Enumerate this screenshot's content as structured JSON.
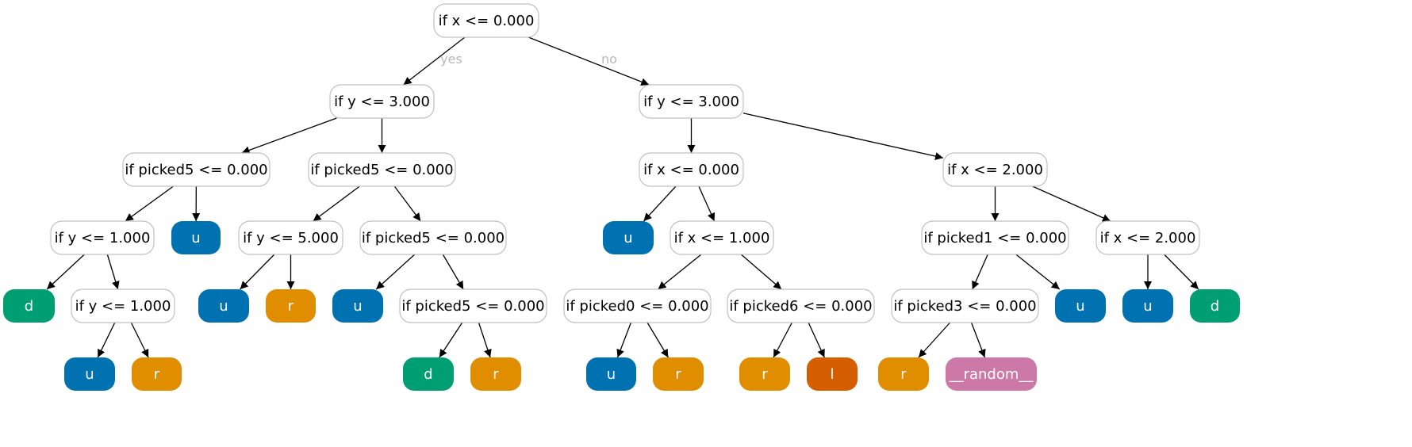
{
  "colors": {
    "u": "#0072b2",
    "d": "#009e73",
    "r": "#e08e00",
    "l": "#d55e00",
    "__random__": "#cc79a7",
    "border": "#c0c0c0",
    "edge": "#000000",
    "edge_label": "#b8b8b8"
  },
  "edge_labels": {
    "yes": "yes",
    "no": "no"
  },
  "nodes": [
    {
      "id": "n0",
      "kind": "split",
      "label": "if x <= 0.000"
    },
    {
      "id": "n1",
      "kind": "split",
      "label": "if y <= 3.000"
    },
    {
      "id": "n2",
      "kind": "split",
      "label": "if y <= 3.000"
    },
    {
      "id": "n3",
      "kind": "split",
      "label": "if picked5 <= 0.000"
    },
    {
      "id": "n4",
      "kind": "split",
      "label": "if picked5 <= 0.000"
    },
    {
      "id": "n5",
      "kind": "split",
      "label": "if x <= 0.000"
    },
    {
      "id": "n6",
      "kind": "split",
      "label": "if x <= 2.000"
    },
    {
      "id": "n7",
      "kind": "split",
      "label": "if y <= 1.000"
    },
    {
      "id": "n8",
      "kind": "leaf",
      "label": "u"
    },
    {
      "id": "n9",
      "kind": "split",
      "label": "if y <= 5.000"
    },
    {
      "id": "n10",
      "kind": "split",
      "label": "if picked5 <= 0.000"
    },
    {
      "id": "n11",
      "kind": "leaf",
      "label": "u"
    },
    {
      "id": "n12",
      "kind": "split",
      "label": "if x <= 1.000"
    },
    {
      "id": "n13",
      "kind": "split",
      "label": "if picked1 <= 0.000"
    },
    {
      "id": "n14",
      "kind": "split",
      "label": "if x <= 2.000"
    },
    {
      "id": "n15",
      "kind": "leaf",
      "label": "d"
    },
    {
      "id": "n16",
      "kind": "split",
      "label": "if y <= 1.000"
    },
    {
      "id": "n17",
      "kind": "leaf",
      "label": "u"
    },
    {
      "id": "n18",
      "kind": "leaf",
      "label": "r"
    },
    {
      "id": "n19",
      "kind": "leaf",
      "label": "u"
    },
    {
      "id": "n20",
      "kind": "split",
      "label": "if picked5 <= 0.000"
    },
    {
      "id": "n21",
      "kind": "split",
      "label": "if picked0 <= 0.000"
    },
    {
      "id": "n22",
      "kind": "split",
      "label": "if picked6 <= 0.000"
    },
    {
      "id": "n23",
      "kind": "split",
      "label": "if picked3 <= 0.000"
    },
    {
      "id": "n24",
      "kind": "leaf",
      "label": "u"
    },
    {
      "id": "n25",
      "kind": "leaf",
      "label": "u"
    },
    {
      "id": "n26",
      "kind": "leaf",
      "label": "d"
    },
    {
      "id": "n27",
      "kind": "leaf",
      "label": "u"
    },
    {
      "id": "n28",
      "kind": "leaf",
      "label": "r"
    },
    {
      "id": "n29",
      "kind": "leaf",
      "label": "d"
    },
    {
      "id": "n30",
      "kind": "leaf",
      "label": "r"
    },
    {
      "id": "n31",
      "kind": "leaf",
      "label": "u"
    },
    {
      "id": "n32",
      "kind": "leaf",
      "label": "r"
    },
    {
      "id": "n33",
      "kind": "leaf",
      "label": "r"
    },
    {
      "id": "n34",
      "kind": "leaf",
      "label": "l"
    },
    {
      "id": "n35",
      "kind": "leaf",
      "label": "r"
    },
    {
      "id": "n36",
      "kind": "leaf",
      "label": "__random__"
    }
  ],
  "edges": [
    {
      "from": "n0",
      "to": "n1",
      "label": "yes"
    },
    {
      "from": "n0",
      "to": "n2",
      "label": "no"
    },
    {
      "from": "n1",
      "to": "n3"
    },
    {
      "from": "n1",
      "to": "n4"
    },
    {
      "from": "n2",
      "to": "n5"
    },
    {
      "from": "n2",
      "to": "n6"
    },
    {
      "from": "n3",
      "to": "n7"
    },
    {
      "from": "n3",
      "to": "n8"
    },
    {
      "from": "n4",
      "to": "n9"
    },
    {
      "from": "n4",
      "to": "n10"
    },
    {
      "from": "n5",
      "to": "n11"
    },
    {
      "from": "n5",
      "to": "n12"
    },
    {
      "from": "n6",
      "to": "n13"
    },
    {
      "from": "n6",
      "to": "n14"
    },
    {
      "from": "n7",
      "to": "n15"
    },
    {
      "from": "n7",
      "to": "n16"
    },
    {
      "from": "n9",
      "to": "n17"
    },
    {
      "from": "n9",
      "to": "n18"
    },
    {
      "from": "n10",
      "to": "n19"
    },
    {
      "from": "n10",
      "to": "n20"
    },
    {
      "from": "n12",
      "to": "n21"
    },
    {
      "from": "n12",
      "to": "n22"
    },
    {
      "from": "n13",
      "to": "n23"
    },
    {
      "from": "n13",
      "to": "n24"
    },
    {
      "from": "n14",
      "to": "n25"
    },
    {
      "from": "n14",
      "to": "n26"
    },
    {
      "from": "n16",
      "to": "n27"
    },
    {
      "from": "n16",
      "to": "n28"
    },
    {
      "from": "n20",
      "to": "n29"
    },
    {
      "from": "n20",
      "to": "n30"
    },
    {
      "from": "n21",
      "to": "n31"
    },
    {
      "from": "n21",
      "to": "n32"
    },
    {
      "from": "n22",
      "to": "n33"
    },
    {
      "from": "n22",
      "to": "n34"
    },
    {
      "from": "n23",
      "to": "n35"
    },
    {
      "from": "n23",
      "to": "n36"
    }
  ]
}
